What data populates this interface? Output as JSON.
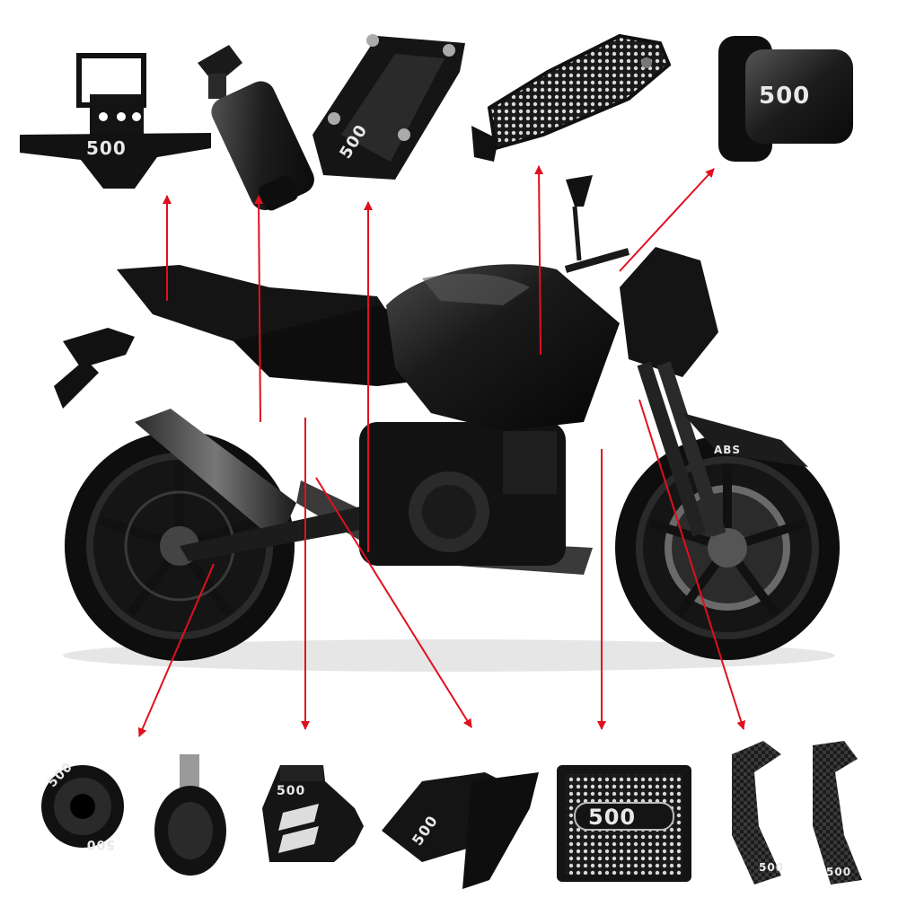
{
  "accent_color": "#e0101e",
  "body_color": "#1a1a1a",
  "parts": {
    "plate_bracket": {
      "logo_text": "500"
    },
    "frame_slider": {},
    "kickstand_pad": {
      "logo_text": "500"
    },
    "heel_guard": {},
    "bar_end": {
      "logo_text": "500"
    },
    "swingarm_spools": {
      "logo_text": "500",
      "logo_text_2": "500"
    },
    "reservoir_cover": {
      "logo_text": "500"
    },
    "rear_hugger": {
      "logo_text": "500"
    },
    "radiator_guard": {
      "logo_text": "500"
    },
    "lever_guards": {
      "logo_text": "500",
      "logo_text_2": "500"
    }
  },
  "motorcycle": {
    "badge_text": "ABS"
  }
}
